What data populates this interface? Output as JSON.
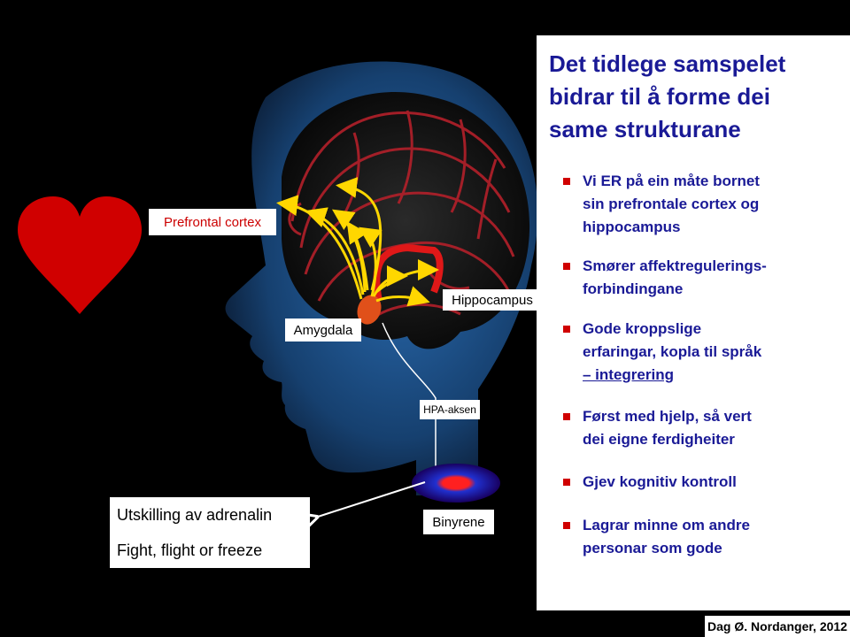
{
  "title": {
    "lines": [
      "Det tidlege samspelet",
      "bidrar til å forme dei",
      "same strukturane"
    ]
  },
  "labels": {
    "prefrontal": "Prefrontal cortex",
    "amygdala": "Amygdala",
    "hippocampus": "Hippocampus",
    "hpa": "HPA-aksen",
    "binyrene": "Binyrene",
    "adrenalin_line1": "Utskilling av adrenalin",
    "adrenalin_line2": "Fight, flight or freeze"
  },
  "bullets": [
    {
      "lines": [
        "Vi ER på ein måte bornet",
        "sin prefrontale cortex og",
        "hippocampus"
      ]
    },
    {
      "lines": [
        "Smører affektregulerings-",
        "forbindingane"
      ]
    },
    {
      "lines": [
        "Gode kroppslige",
        "erfaringar, kopla til språk",
        "– integrering"
      ]
    },
    {
      "lines": [
        "Først med hjelp, så vert",
        "dei eigne ferdigheiter"
      ]
    },
    {
      "lines": [
        "Gjev kognitiv kontroll"
      ]
    },
    {
      "lines": [
        "Lagrar minne om andre",
        "personar som gode"
      ]
    }
  ],
  "footer": "Dag Ø. Nordanger, 2012",
  "colors": {
    "heart": "#d00000",
    "title": "#1a1a96",
    "brain_vessels": "#b3202a",
    "arrows": "#ffd700",
    "amygdala": "#e0501a",
    "head": "#1a4f8a"
  }
}
